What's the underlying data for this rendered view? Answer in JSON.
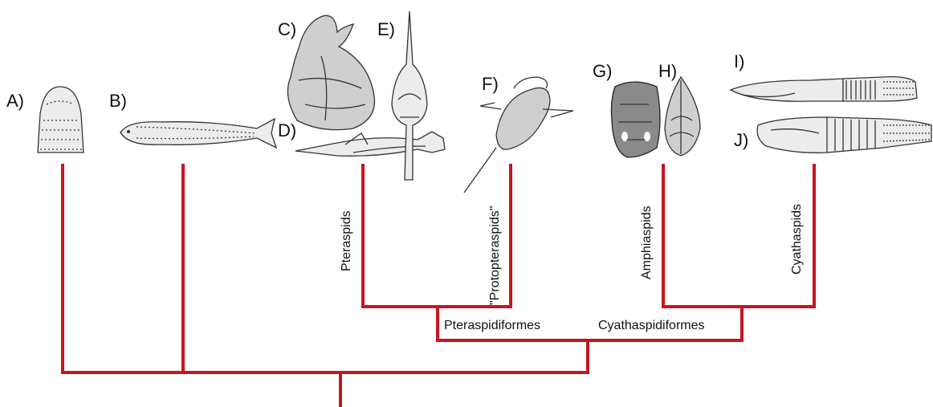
{
  "colors": {
    "tree": "#c8141e",
    "ink": "#111111",
    "background": "#ffffff"
  },
  "panels": {
    "a": "A)",
    "b": "B)",
    "c": "C)",
    "d": "D)",
    "e": "E)",
    "f": "F)",
    "g": "G)",
    "h": "H)",
    "i": "I)",
    "j": "J)"
  },
  "taxa": {
    "pteraspids": "Pteraspids",
    "protopteraspids": "\"Protopteraspids\"",
    "amphiaspids": "Amphiaspids",
    "cyathaspids": "Cyathaspids"
  },
  "clades": {
    "pteraspidiformes": "Pteraspidiformes",
    "cyathaspidiformes": "Cyathaspidiformes"
  },
  "illustrations": [
    "conical-fossil-illustration",
    "fish-illustration",
    "helmet-shield-illustration",
    "long-snout-fish-illustration",
    "narrow-shield-illustration",
    "protopteraspid-illustration",
    "amphiaspid-shield-illustration",
    "leaf-shield-illustration",
    "cyathaspid-profile-illustration",
    "cyathaspid-profile-2-illustration"
  ]
}
